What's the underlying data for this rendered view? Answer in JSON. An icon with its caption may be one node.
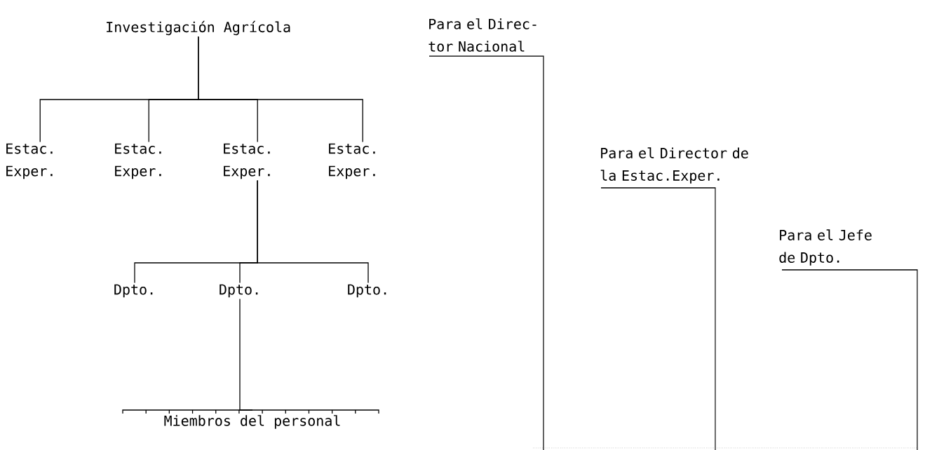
{
  "diagram": {
    "nodes": [
      {
        "text": [
          "Investigación Agrícola"
        ]
      },
      {
        "text": [
          "Estac. Exper."
        ]
      },
      {
        "text": [
          "Estac. Exper."
        ]
      },
      {
        "text": [
          "Estac. Exper."
        ]
      },
      {
        "text": [
          "Estac. Exper."
        ]
      },
      {
        "text": [
          "Dpto."
        ]
      },
      {
        "text": [
          "Dpto."
        ]
      },
      {
        "text": [
          "Dpto."
        ]
      },
      {
        "text": [
          "Miembros del personal"
        ]
      },
      {
        "text": [
          "Para el Direc- tor Nacional"
        ]
      },
      {
        "text": [
          "Para el Director de la Estac.Exper."
        ]
      },
      {
        "text": [
          "Para el Jefe de Dpto."
        ]
      }
    ],
    "edges": [
      {
        "from": 0,
        "to": 1,
        "arrow": "none"
      },
      {
        "from": 0,
        "to": 2,
        "arrow": "none"
      },
      {
        "from": 0,
        "to": 3,
        "arrow": "none"
      },
      {
        "from": 0,
        "to": 4,
        "arrow": "none"
      },
      {
        "from": 3,
        "to": 5,
        "arrow": "none"
      },
      {
        "from": 3,
        "to": 6,
        "arrow": "none"
      },
      {
        "from": 3,
        "to": 7,
        "arrow": "none"
      },
      {
        "from": 6,
        "to": 8,
        "arrow": "none"
      }
    ]
  }
}
